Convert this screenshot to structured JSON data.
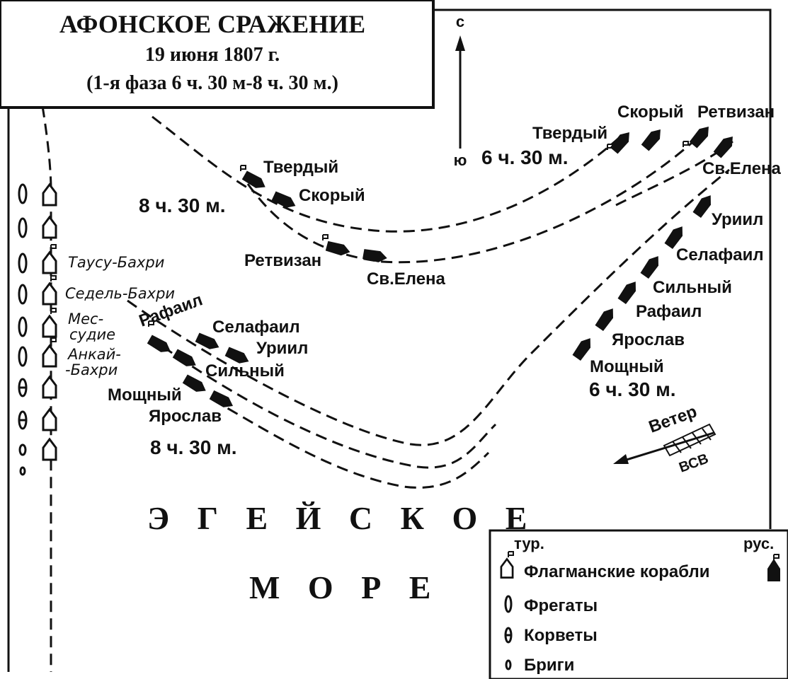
{
  "title": {
    "main": "АФОНСКОЕ СРАЖЕНИЕ",
    "date": "19 июня 1807 г.",
    "phase": "(1-я фаза 6 ч. 30 м-8 ч. 30 м.)"
  },
  "compass": {
    "north": "с",
    "south": "ю"
  },
  "times": {
    "north_start": "6 ч. 30 м.",
    "north_end": "8 ч. 30 м.",
    "south_start": "6 ч. 30 м.",
    "south_end": "8 ч. 30 м."
  },
  "russian_ships_north_start": [
    "Твердый",
    "Скорый",
    "Ретвизан",
    "Св.Елена"
  ],
  "russian_ships_north_end": [
    "Твердый",
    "Скорый",
    "Ретвизан",
    "Св.Елена"
  ],
  "russian_ships_south_start": [
    "Уриил",
    "Селафаил",
    "Сильный",
    "Рафаил",
    "Ярослав",
    "Мощный"
  ],
  "russian_ships_south_end": [
    "Рафаил",
    "Селафаил",
    "Уриил",
    "Сильный",
    "Мощный",
    "Ярослав"
  ],
  "turkish_flagships": [
    "Таусу-Бахри",
    "Седель-Бахри",
    "Мес-",
    "судие",
    "Анкай-",
    "-Бахри"
  ],
  "sea_name": {
    "line1": "Э Г Е Й С К О Е",
    "line2": "М О Р Е"
  },
  "wind": {
    "label": "Ветер",
    "direction": "ВСВ"
  },
  "legend": {
    "col_turkish": "тур.",
    "col_russian": "рус.",
    "items": [
      "Флагманские корабли",
      "Фрегаты",
      "Корветы",
      "Бриги"
    ]
  }
}
